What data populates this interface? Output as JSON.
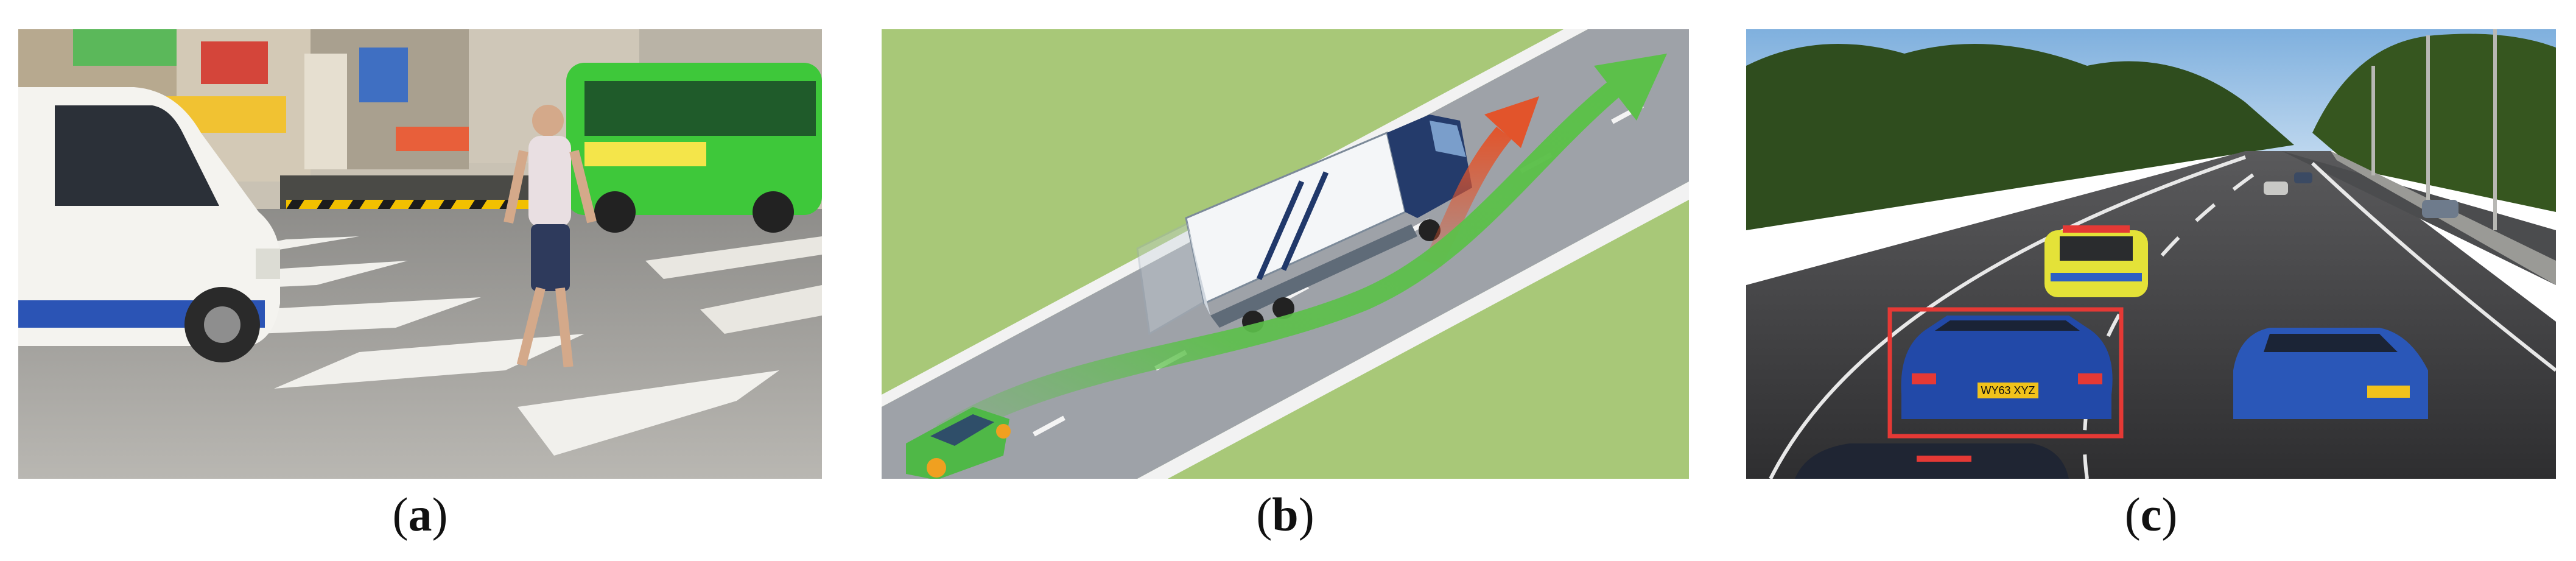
{
  "panels": [
    {
      "caption": {
        "open": "(",
        "letter": "a",
        "close": ")"
      },
      "scene": "street crosswalk with pedestrian, white van and green bus"
    },
    {
      "caption": {
        "open": "(",
        "letter": "b",
        "close": ")"
      },
      "scene": "illustration of a car overtaking a truck on a diagonal road"
    },
    {
      "caption": {
        "open": "(",
        "letter": "c",
        "close": ")"
      },
      "scene": "highway with cars and a red detection box around a blue car"
    }
  ],
  "plates": {
    "detected_car": "WY63 XYZ"
  },
  "colors": {
    "detection_box": "#e53935",
    "overtake_arrow": "#5cc04a",
    "swerve_arrow": "#e2542b",
    "bus": "#3ec83a",
    "grass": "#a8c878",
    "road": "#9ea2a8"
  }
}
